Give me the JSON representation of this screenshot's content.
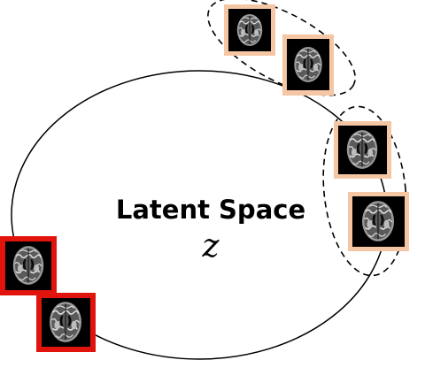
{
  "diagram": {
    "title": "Latent Space",
    "symbol": "z",
    "colors": {
      "ring": "#000000",
      "cluster_outline": "#000000",
      "peach_frame": "#f4c6a3",
      "red_frame": "#e0140d",
      "scan_background": "#000000"
    }
  },
  "scans": [
    {
      "group": "cluster-top",
      "frame": "peach_frame",
      "icon": "brain-mri-axial-slice-icon"
    },
    {
      "group": "cluster-top",
      "frame": "peach_frame",
      "icon": "brain-mri-axial-slice-icon"
    },
    {
      "group": "cluster-right",
      "frame": "peach_frame",
      "icon": "brain-mri-axial-slice-icon"
    },
    {
      "group": "cluster-right",
      "frame": "peach_frame",
      "icon": "brain-mri-axial-slice-icon"
    },
    {
      "group": "isolated-left",
      "frame": "red_frame",
      "icon": "brain-mri-axial-slice-icon"
    },
    {
      "group": "isolated-left",
      "frame": "red_frame",
      "icon": "brain-mri-axial-slice-icon"
    }
  ]
}
